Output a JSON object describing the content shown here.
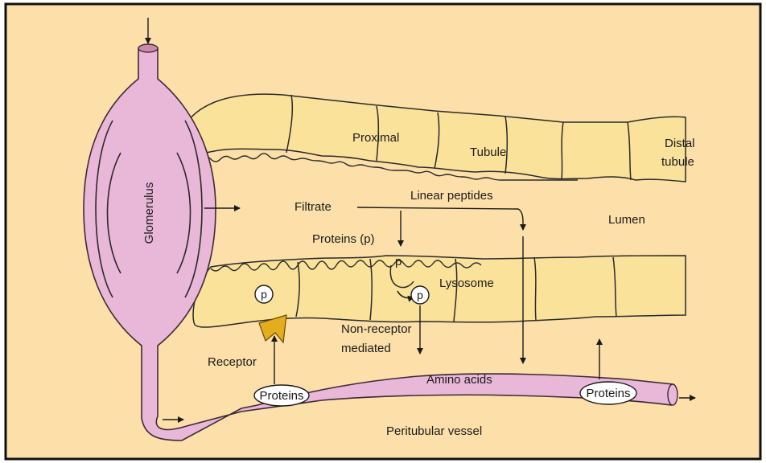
{
  "labels": {
    "glomerulus": "Glomerulus",
    "proximal": "Proximal",
    "tubule": "Tubule",
    "distal_line1": "Distal",
    "distal_line2": "tubule",
    "filtrate": "Filtrate",
    "linear_peptides": "Linear peptides",
    "lumen": "Lumen",
    "proteins_p": "Proteins (p)",
    "lysosome": "Lysosome",
    "non_receptor_line1": "Non-receptor",
    "non_receptor_line2": "mediated",
    "receptor": "Receptor",
    "amino_acids": "Amino acids",
    "proteins_left": "Proteins",
    "proteins_right": "Proteins",
    "peritubular_vessel": "Peritubular vessel",
    "p_free": "p",
    "p_receptor": "p",
    "p_vesicle": "p"
  },
  "colors": {
    "background": "#fddfa9",
    "frame": "#111111",
    "cell_fill": "#fbe29a",
    "vessel_fill": "#e9b7d8",
    "vessel_stroke": "#3a2a36",
    "receptor_fill": "#e2ad1f",
    "oval_fill": "#ffffff"
  }
}
